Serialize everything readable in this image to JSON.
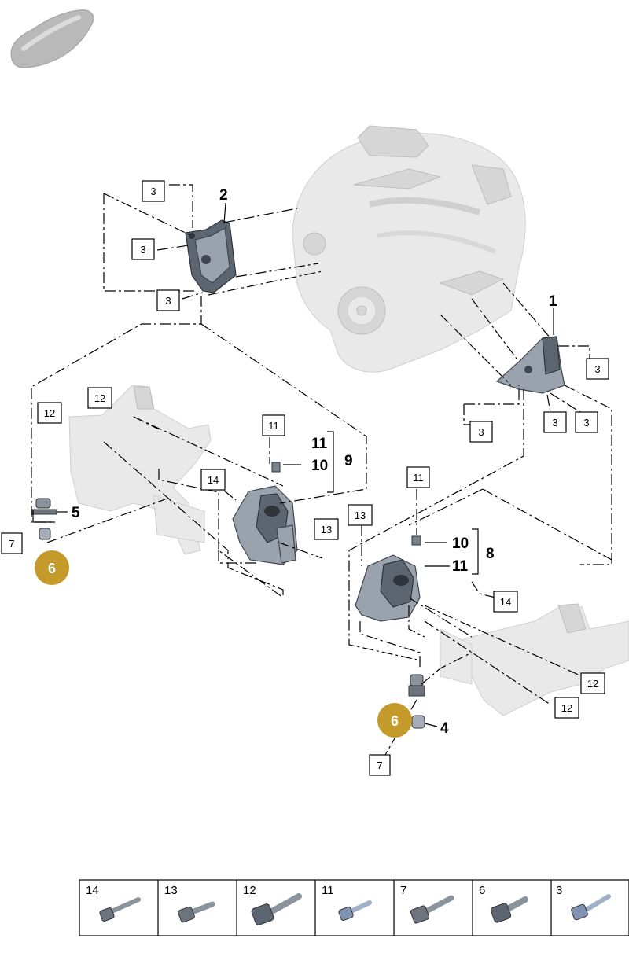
{
  "callouts": {
    "c1": "1",
    "c2": "2",
    "c3a": "3",
    "c3b": "3",
    "c3c": "3",
    "c3d": "3",
    "c3e": "3",
    "c3f": "3",
    "c3g": "3",
    "c4": "4",
    "c5": "5",
    "c6a": "6",
    "c6b": "6",
    "c7a": "7",
    "c7b": "7",
    "c8": "8",
    "c9": "9",
    "c10a": "10",
    "c10b": "10",
    "c11a": "11",
    "c11b": "11",
    "c11c": "11",
    "c11d": "11",
    "c12a": "12",
    "c12b": "12",
    "c12c": "12",
    "c12d": "12",
    "c13a": "13",
    "c13b": "13",
    "c14a": "14",
    "c14b": "14"
  },
  "legend": {
    "items": [
      {
        "label": "14"
      },
      {
        "label": "13"
      },
      {
        "label": "12"
      },
      {
        "label": "11"
      },
      {
        "label": "7"
      },
      {
        "label": "6"
      },
      {
        "label": "3"
      }
    ]
  },
  "colors": {
    "highlight": "#c49a2a",
    "outline": "#000000",
    "ghost": "#e9e9e9",
    "part": "#9aa2ad"
  },
  "icons": {
    "vehicle": "car-silhouette-icon"
  }
}
